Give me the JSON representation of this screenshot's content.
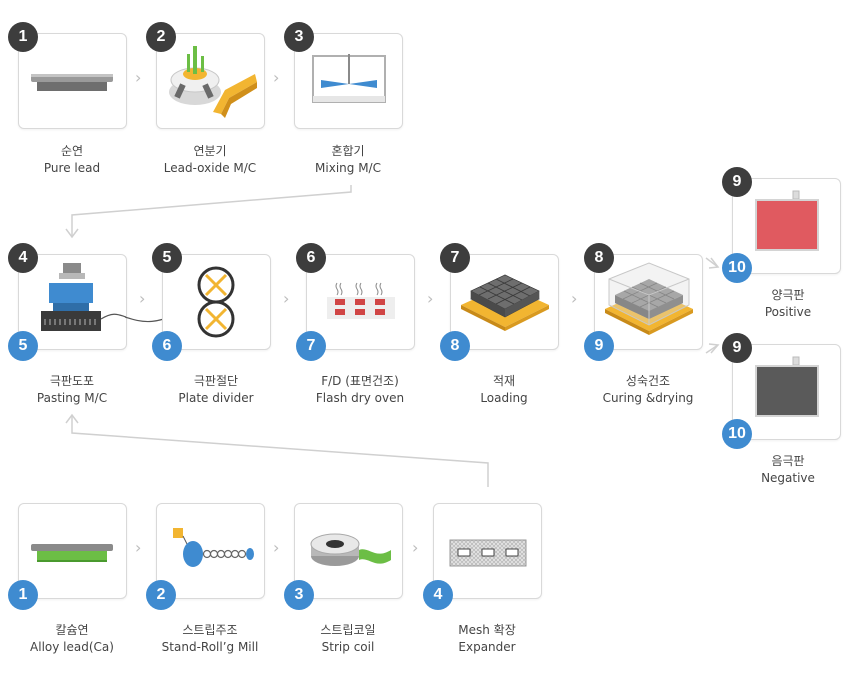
{
  "colors": {
    "dark_badge": "#3d3d3d",
    "blue_badge": "#3f8bd0",
    "positive_plate": "#e05a60",
    "negative_plate": "#5a5a5a",
    "card_border": "#d9d9d9"
  },
  "row1": [
    {
      "num": "1",
      "ko": "순연",
      "en": "Pure lead",
      "icon": "lead-bar-icon"
    },
    {
      "num": "2",
      "ko": "연분기",
      "en": "Lead-oxide M/C",
      "icon": "lead-oxide-machine-icon"
    },
    {
      "num": "3",
      "ko": "혼합기",
      "en": "Mixing M/C",
      "icon": "mixer-icon"
    }
  ],
  "row2": [
    {
      "num": "4",
      "sub": "5",
      "ko": "극판도포",
      "en": "Pasting M/C",
      "icon": "pasting-machine-icon"
    },
    {
      "num": "5",
      "sub": "6",
      "ko": "극판절단",
      "en": "Plate divider",
      "icon": "plate-divider-icon"
    },
    {
      "num": "6",
      "sub": "7",
      "ko": "F/D (표면건조)",
      "en": "Flash dry oven",
      "icon": "flash-dry-icon"
    },
    {
      "num": "7",
      "sub": "8",
      "ko": "적재",
      "en": "Loading",
      "icon": "loading-pallet-icon"
    },
    {
      "num": "8",
      "sub": "9",
      "ko": "성숙건조",
      "en": "Curing &drying",
      "icon": "curing-chamber-icon"
    }
  ],
  "outputs": [
    {
      "num": "9",
      "sub": "10",
      "ko": "양극판",
      "en": "Positive",
      "icon": "positive-plate-icon"
    },
    {
      "num": "9",
      "sub": "10",
      "ko": "음극판",
      "en": "Negative",
      "icon": "negative-plate-icon"
    }
  ],
  "row3": [
    {
      "num": "1",
      "ko": "칼슘연",
      "en": "Alloy lead(Ca)",
      "icon": "alloy-lead-bar-icon"
    },
    {
      "num": "2",
      "ko": "스트립주조",
      "en": "Stand-Roll’g Mill",
      "icon": "roll-mill-icon"
    },
    {
      "num": "3",
      "ko": "스트립코일",
      "en": "Strip coil",
      "icon": "strip-coil-icon"
    },
    {
      "num": "4",
      "ko": "Mesh 확장",
      "en": "Expander",
      "icon": "mesh-expander-icon"
    }
  ],
  "arrow_glyph": "›"
}
